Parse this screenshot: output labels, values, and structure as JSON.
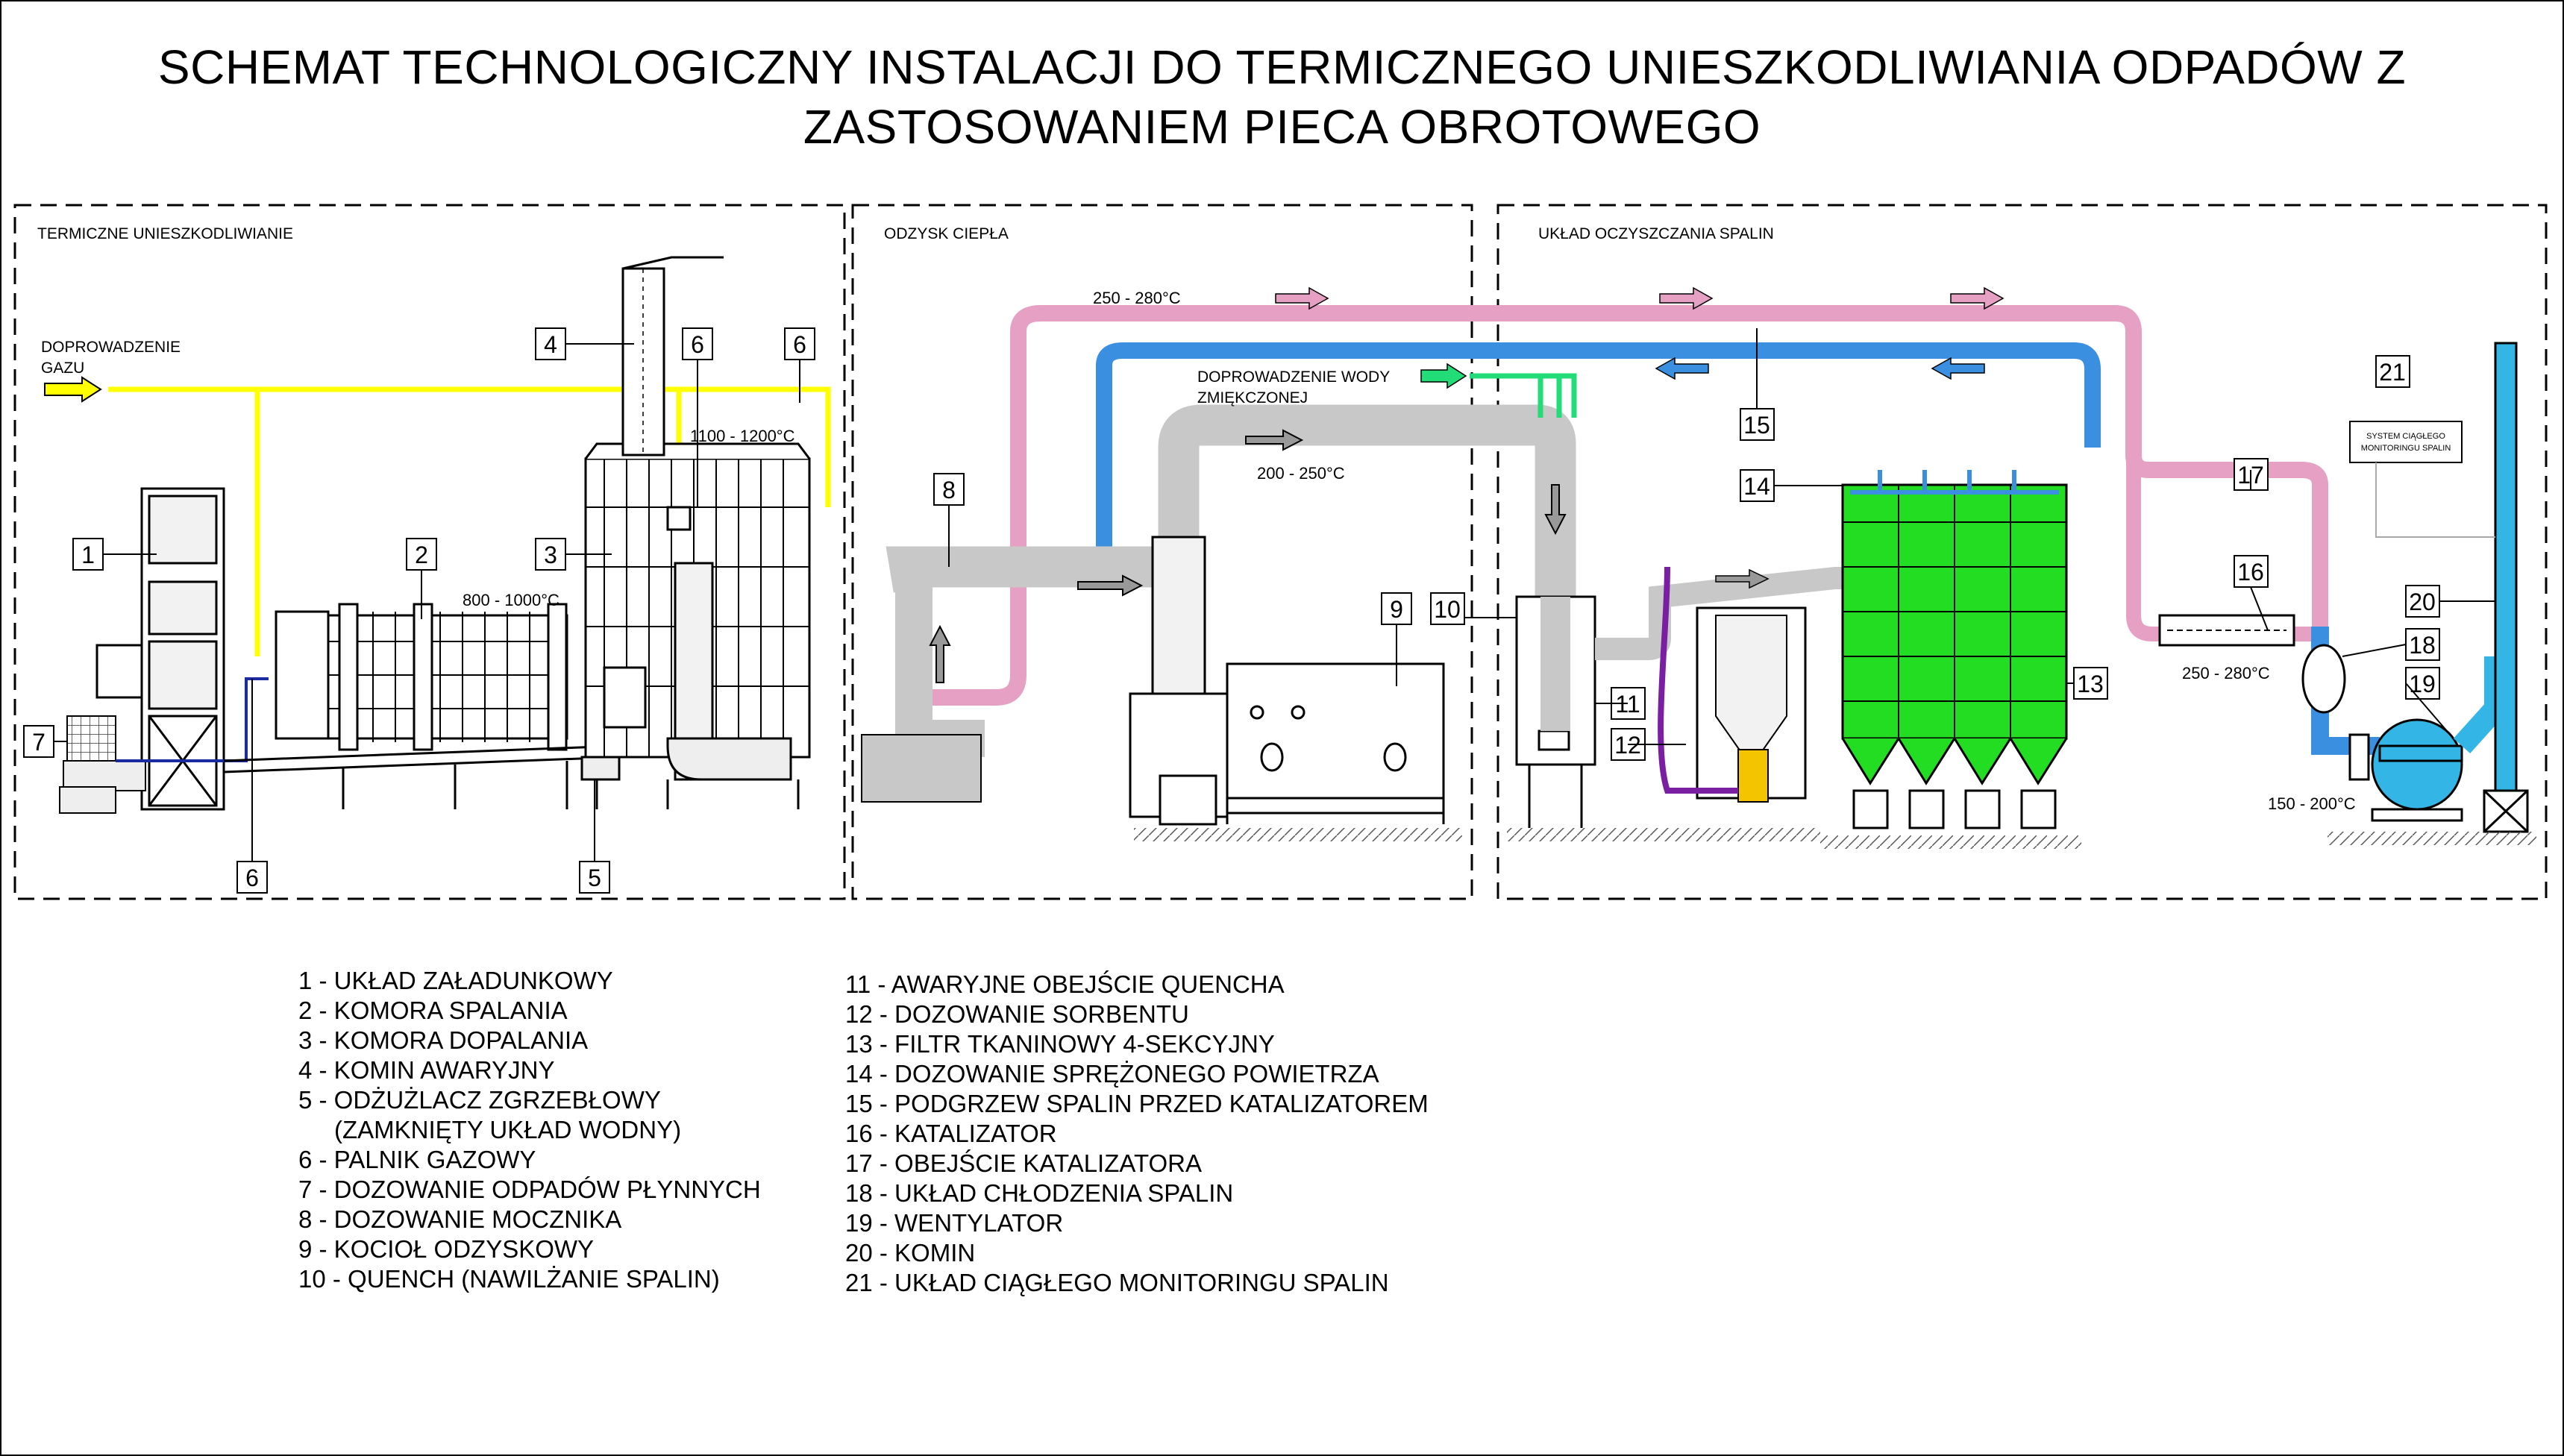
{
  "title": {
    "line1": "SCHEMAT TECHNOLOGICZNY INSTALACJI DO TERMICZNEGO UNIESZKODLIWIANIA ODPADÓW Z",
    "line2": "ZASTOSOWANIEM PIECA OBROTOWEGO"
  },
  "sections": {
    "s1": "TERMICZNE UNIESZKODLIWIANIE",
    "s2": "ODZYSK CIEPŁA",
    "s3": "UKŁAD OCZYSZCZANIA SPALIN"
  },
  "labels": {
    "gas_line1": "DOPROWADZENIE",
    "gas_line2": "GAZU",
    "water_line1": "DOPROWADZENIE WODY",
    "water_line2": "ZMIĘKCZONEJ",
    "monitoring_line1": "SYSTEM CIĄGŁEGO",
    "monitoring_line2": "MONITORINGU SPALIN"
  },
  "temperatures": {
    "t_chamber": "800 - 1000°C",
    "t_afterburn": "1100 - 1200°C",
    "t_hot_duct": "250 - 280°C",
    "t_boiler_out": "200 - 250°C",
    "t_catalyst": "250 - 280°C",
    "t_stack": "150 - 200°C"
  },
  "callouts": [
    "1",
    "2",
    "3",
    "4",
    "5",
    "6",
    "6",
    "6",
    "7",
    "8",
    "9",
    "10",
    "11",
    "12",
    "13",
    "14",
    "15",
    "16",
    "17",
    "18",
    "19",
    "20",
    "21"
  ],
  "legend_left": [
    "1 - UKŁAD ZAŁADUNKOWY",
    "2 - KOMORA SPALANIA",
    "3 - KOMORA DOPALANIA",
    "4 - KOMIN AWARYJNY",
    "5 - ODŻUŻLACZ ZGRZEBŁOWY",
    "(ZAMKNIĘTY UKŁAD WODNY)",
    "6 - PALNIK GAZOWY",
    "7 - DOZOWANIE ODPADÓW PŁYNNYCH",
    "8 - DOZOWANIE MOCZNIKA",
    "9 - KOCIOŁ ODZYSKOWY",
    "10 - QUENCH (NAWILŻANIE SPALIN)"
  ],
  "legend_right": [
    "11 - AWARYJNE OBEJŚCIE QUENCHA",
    "12 - DOZOWANIE SORBENTU",
    "13 - FILTR TKANINOWY 4-SEKCYJNY",
    "14 - DOZOWANIE SPRĘŻONEGO POWIETRZA",
    "15 - PODGRZEW SPALIN PRZED KATALIZATOREM",
    "16 - KATALIZATOR",
    "17 - OBEJŚCIE KATALIZATORA",
    "18 - UKŁAD CHŁODZENIA SPALIN",
    "19 -  WENTYLATOR",
    "20 - KOMIN",
    "21 - UKŁAD CIĄGŁEGO MONITORINGU SPALIN"
  ],
  "colors": {
    "gas_line": "#ffff00",
    "hot_flue_gas": "#e6a0c4",
    "return_flue_gas": "#3a8fe0",
    "cooled_gas": "#c8c8c8",
    "water_line": "#22dd77",
    "filter": "#22dd22",
    "sorbent": "#7a1fa2",
    "stack": "#33b5e5"
  }
}
